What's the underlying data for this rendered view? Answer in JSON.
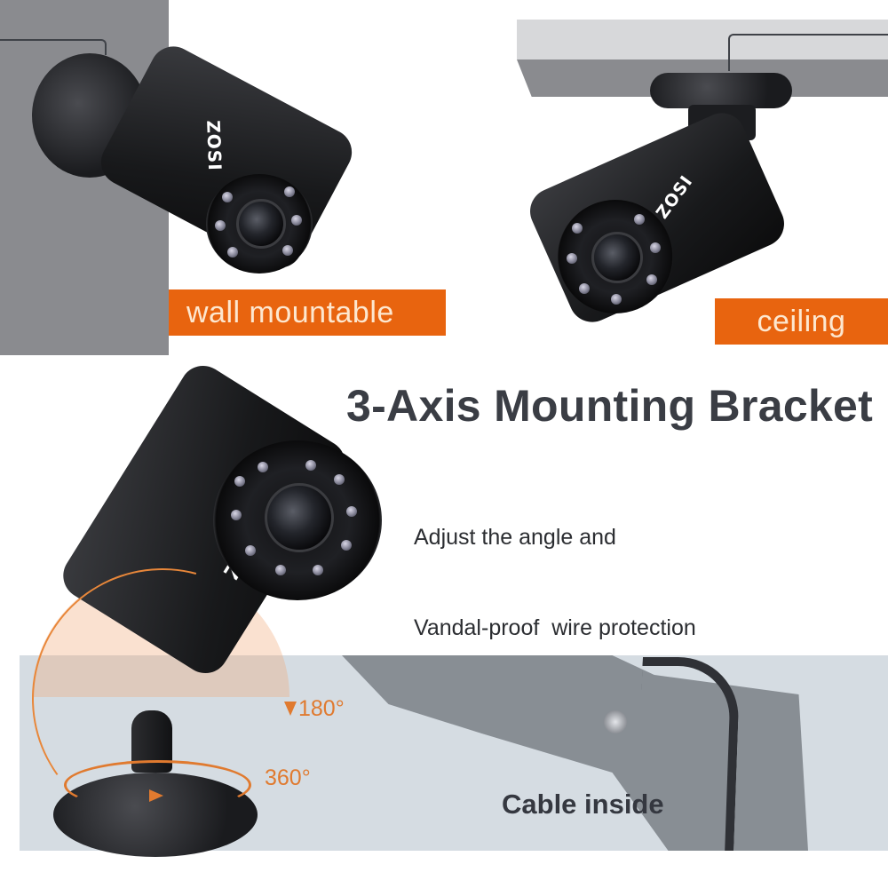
{
  "brand": "ZOSI",
  "colors": {
    "accent_orange": "#e8640f",
    "label_text": "#fde7cf",
    "headline_text": "#3a3d44",
    "degree_text": "#e07a2f",
    "wall_gray": "#8a8b8f",
    "band_blue_gray": "#d5dce2"
  },
  "panels": {
    "wall": {
      "label": "wall mountable",
      "camera_brand": "ZOSI"
    },
    "ceiling": {
      "label": "ceiling",
      "camera_brand": "ZOSI"
    }
  },
  "feature": {
    "title": "3-Axis Mounting Bracket",
    "description_lines": [
      "Adjust the angle and",
      "Vandal-proof  wire protection"
    ],
    "camera_brand": "ZOSI"
  },
  "rotation": {
    "tilt_label": "180°",
    "pan_label": "360°"
  },
  "bracket": {
    "label": "Cable inside"
  }
}
